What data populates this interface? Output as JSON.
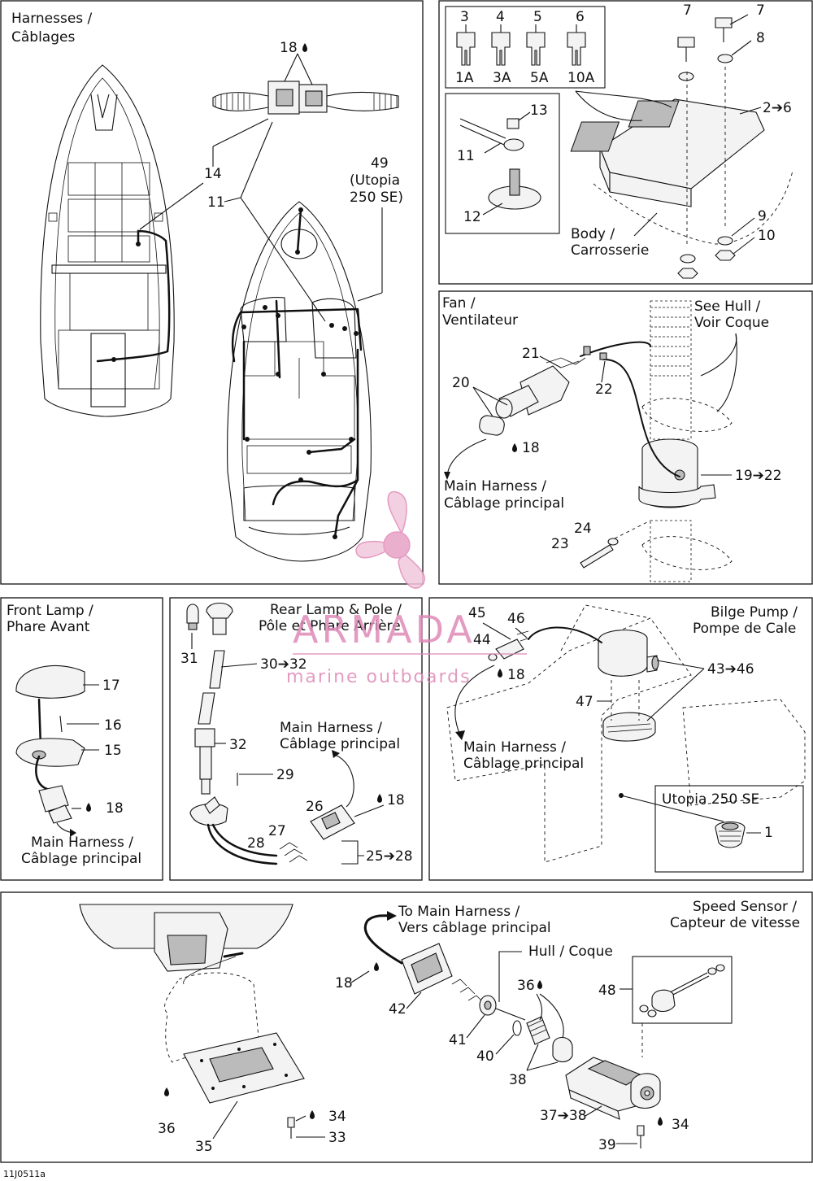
{
  "panels": {
    "harnesses": {
      "title_en": "Harnesses /",
      "title_fr": "Câblages",
      "label_49": "49",
      "label_utopia_l1": "(Utopia",
      "label_utopia_l2": "250 SE)"
    },
    "fuses": {
      "fuse_values": [
        "1A",
        "3A",
        "5A",
        "10A"
      ],
      "body_en": "Body /",
      "body_fr": "Carrosserie",
      "item_2_6": "2➔6"
    },
    "fan": {
      "title_en": "Fan /",
      "title_fr": "Ventilateur",
      "see_en": "See Hull /",
      "see_fr": "Voir Coque",
      "main_en": "Main Harness /",
      "main_fr": "Câblage principal",
      "item_19_22": "19➔22"
    },
    "front_lamp": {
      "title_en": "Front Lamp /",
      "title_fr": "Phare Avant",
      "main_en": "Main Harness /",
      "main_fr": "Câblage principal"
    },
    "rear_lamp": {
      "title_en": "Rear Lamp & Pole /",
      "title_fr": "Pôle et Phare Arrière",
      "main_en": "Main Harness /",
      "main_fr": "Câblage principal",
      "item_30_32": "30➔32",
      "item_25_28": "25➔28"
    },
    "bilge": {
      "title_en": "Bilge Pump /",
      "title_fr": "Pompe de Cale",
      "main_en": "Main Harness /",
      "main_fr": "Câblage principal",
      "utopia": "Utopia 250 SE",
      "item_43_46": "43➔46"
    },
    "speed": {
      "title_en": "Speed Sensor /",
      "title_fr": "Capteur de vitesse",
      "to_main_en": "To Main Harness /",
      "to_main_fr": "Vers câblage principal",
      "hull": "Hull / Coque",
      "item_37_38": "37➔38"
    }
  },
  "callouts": {
    "n1": "1",
    "n3": "3",
    "n4": "4",
    "n5": "5",
    "n6": "6",
    "n7": "7",
    "n8": "8",
    "n9": "9",
    "n10": "10",
    "n11": "11",
    "n11b": "11",
    "n12": "12",
    "n13": "13",
    "n14": "14",
    "n15": "15",
    "n16": "16",
    "n17": "17",
    "n18a": "18",
    "n18b": "18",
    "n18c": "18",
    "n18d": "18",
    "n18e": "18",
    "n18f": "18",
    "n20": "20",
    "n21": "21",
    "n22": "22",
    "n23": "23",
    "n24": "24",
    "n26": "26",
    "n27": "27",
    "n28": "28",
    "n29": "29",
    "n31": "31",
    "n32": "32",
    "n33": "33",
    "n34a": "34",
    "n34b": "34",
    "n35": "35",
    "n36a": "36",
    "n36b": "36",
    "n38": "38",
    "n39": "39",
    "n40": "40",
    "n41": "41",
    "n42": "42",
    "n44": "44",
    "n45": "45",
    "n46": "46",
    "n47": "47",
    "n48": "48"
  },
  "watermark": {
    "brand": "ARMADA",
    "tagline": "marine outboards",
    "color": "#e08ab8"
  },
  "figure_code": "11J0511a"
}
